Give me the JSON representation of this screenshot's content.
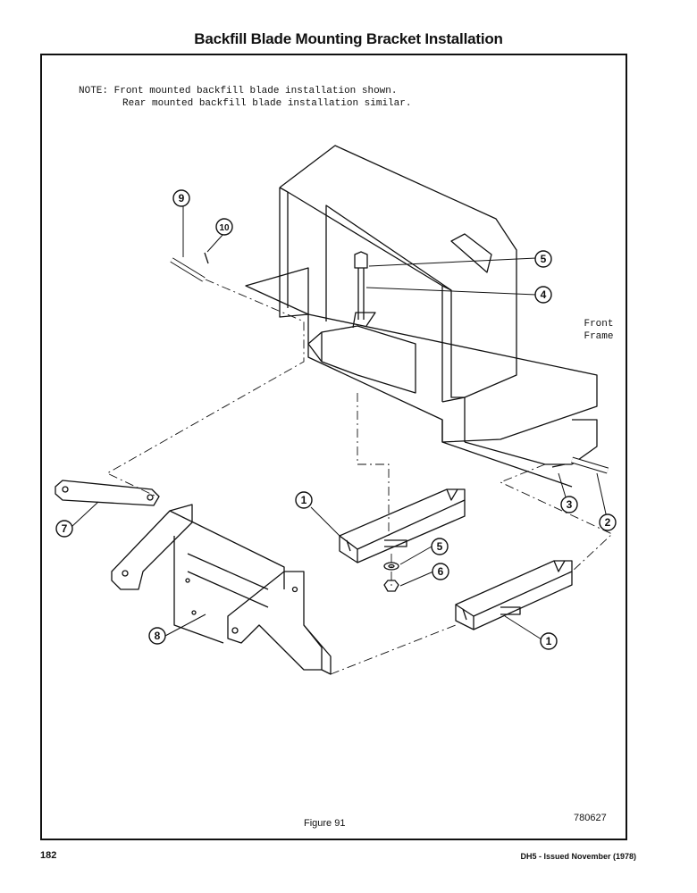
{
  "header": {
    "title": "Backfill Blade Mounting Bracket Installation"
  },
  "note": {
    "label": "NOTE:",
    "line1": "Front mounted backfill blade installation shown.",
    "line2": "Rear mounted backfill blade installation similar."
  },
  "labels": {
    "front_frame_1": "Front",
    "front_frame_2": "Frame"
  },
  "callouts": [
    "9",
    "10",
    "5",
    "4",
    "1",
    "7",
    "8",
    "5",
    "6",
    "3",
    "2",
    "1"
  ],
  "footer": {
    "figure": "Figure 91",
    "code": "780627",
    "page_number": "182",
    "issued": "DH5 - Issued November (1978)"
  }
}
